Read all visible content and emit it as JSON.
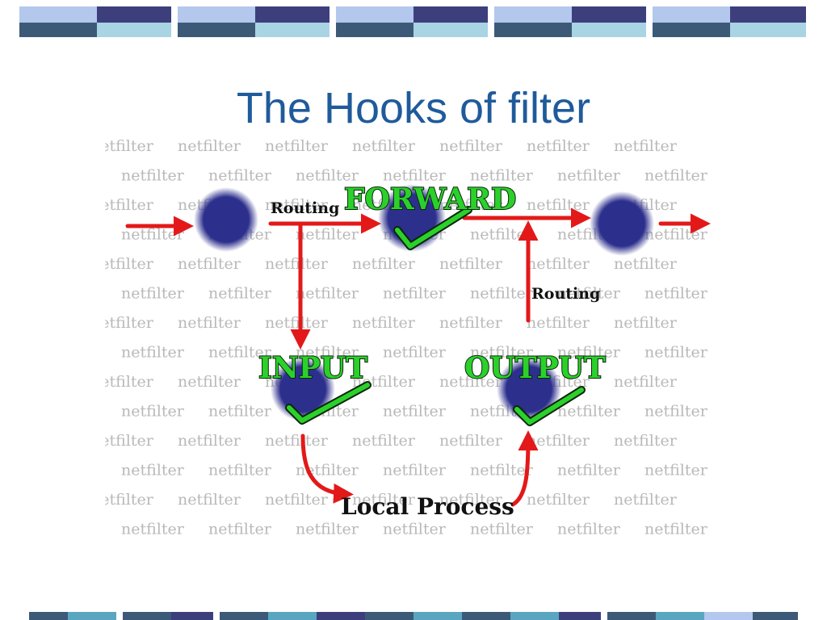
{
  "slide": {
    "title": "The Hooks of filter"
  },
  "diagram": {
    "watermark_word": "netfilter",
    "labels": {
      "routing_top": "Routing",
      "routing_right": "Routing",
      "forward": "FORWARD",
      "input": "INPUT",
      "output": "OUTPUT",
      "local_process": "Local Process"
    },
    "colors": {
      "node": "#2c2f8c",
      "arrow": "#e31919",
      "hook_text": "#2bd12b",
      "check": "#2bd12b",
      "title": "#1f5b9b",
      "band_dark": "#3c5a78",
      "band_light": "#aec6e6",
      "band_navy": "#3d3f7d",
      "band_teal": "#5aa6c0"
    }
  }
}
